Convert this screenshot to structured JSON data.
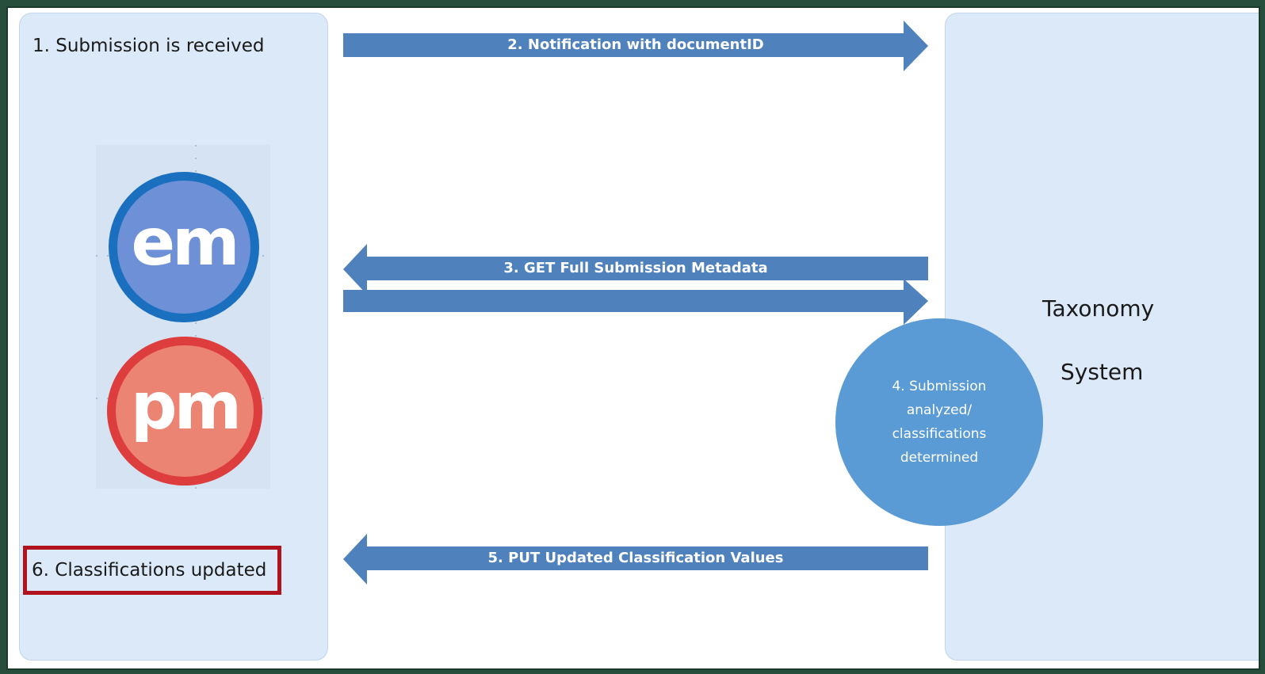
{
  "diagram": {
    "left_panel": {
      "title": "1. Submission is received",
      "logos": {
        "em_text": "em",
        "pm_text": "pm"
      },
      "updated_label": "6. Classifications updated"
    },
    "right_panel": {
      "line1": "Taxonomy",
      "line2": "System"
    },
    "arrows": {
      "notification": "2. Notification with documentID",
      "get_metadata": "3. GET Full Submission Metadata",
      "put_values": "5. PUT Updated Classification Values"
    },
    "analysis_circle": {
      "line1": "4. Submission",
      "line2": "analyzed/",
      "line3": "classifications",
      "line4": "determined"
    },
    "colors": {
      "arrow": "#4f81bd",
      "circle": "#5b9bd5",
      "panel": "#dbe9f8",
      "highlight_border": "#b0121e"
    }
  }
}
